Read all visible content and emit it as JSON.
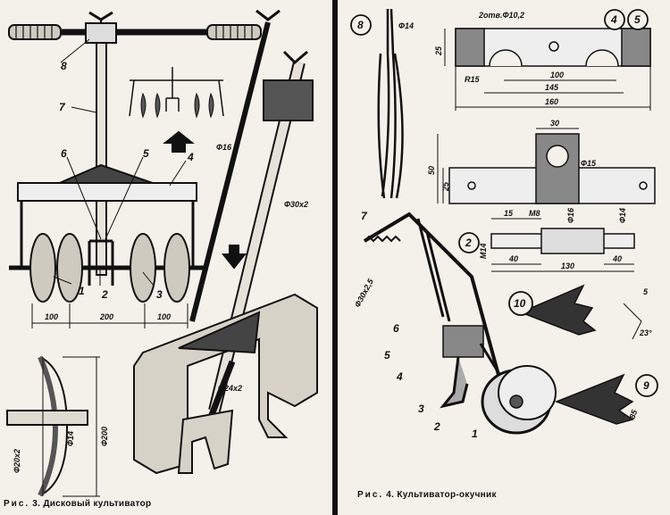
{
  "left_figure": {
    "caption": {
      "prefix": "Рис.",
      "number": "3.",
      "title": "Дисковый культиватор"
    },
    "callouts": [
      "8",
      "7",
      "6",
      "5",
      "4",
      "1",
      "2",
      "3"
    ],
    "dimensions": {
      "bottom_left": "100",
      "bottom_mid": "200",
      "bottom_right": "100",
      "phi16": "Ф16",
      "phi30x2": "Ф30х2",
      "phi24x2": "Ф24х2",
      "phi20x2": "Ф20х2",
      "phi14": "Ф14",
      "phi200": "Ф200"
    }
  },
  "right_figure": {
    "caption": {
      "prefix": "Рис.",
      "number": "4.",
      "title": "Культиватор-окучник"
    },
    "circled_numbers": [
      "8",
      "4",
      "5",
      "2",
      "10",
      "9"
    ],
    "callouts": [
      "7",
      "6",
      "5",
      "4",
      "3",
      "2",
      "1"
    ],
    "dimensions": {
      "phi14_tine": "Ф14",
      "holes": "2отв.Ф10,2",
      "h25_top": "25",
      "r15": "R15",
      "d100": "100",
      "d145": "145",
      "d160": "160",
      "d30": "30",
      "h50": "50",
      "h25_mid": "25",
      "phi15": "Ф15",
      "d15": "15",
      "m8": "М8",
      "phi16": "Ф16",
      "phi14_axle": "Ф14",
      "m14": "М14",
      "d40_left": "40",
      "d130": "130",
      "d40_right": "40",
      "phi30x25": "Ф30х2,5",
      "angle5": "5",
      "angle23": "23°",
      "d85": "85"
    }
  }
}
